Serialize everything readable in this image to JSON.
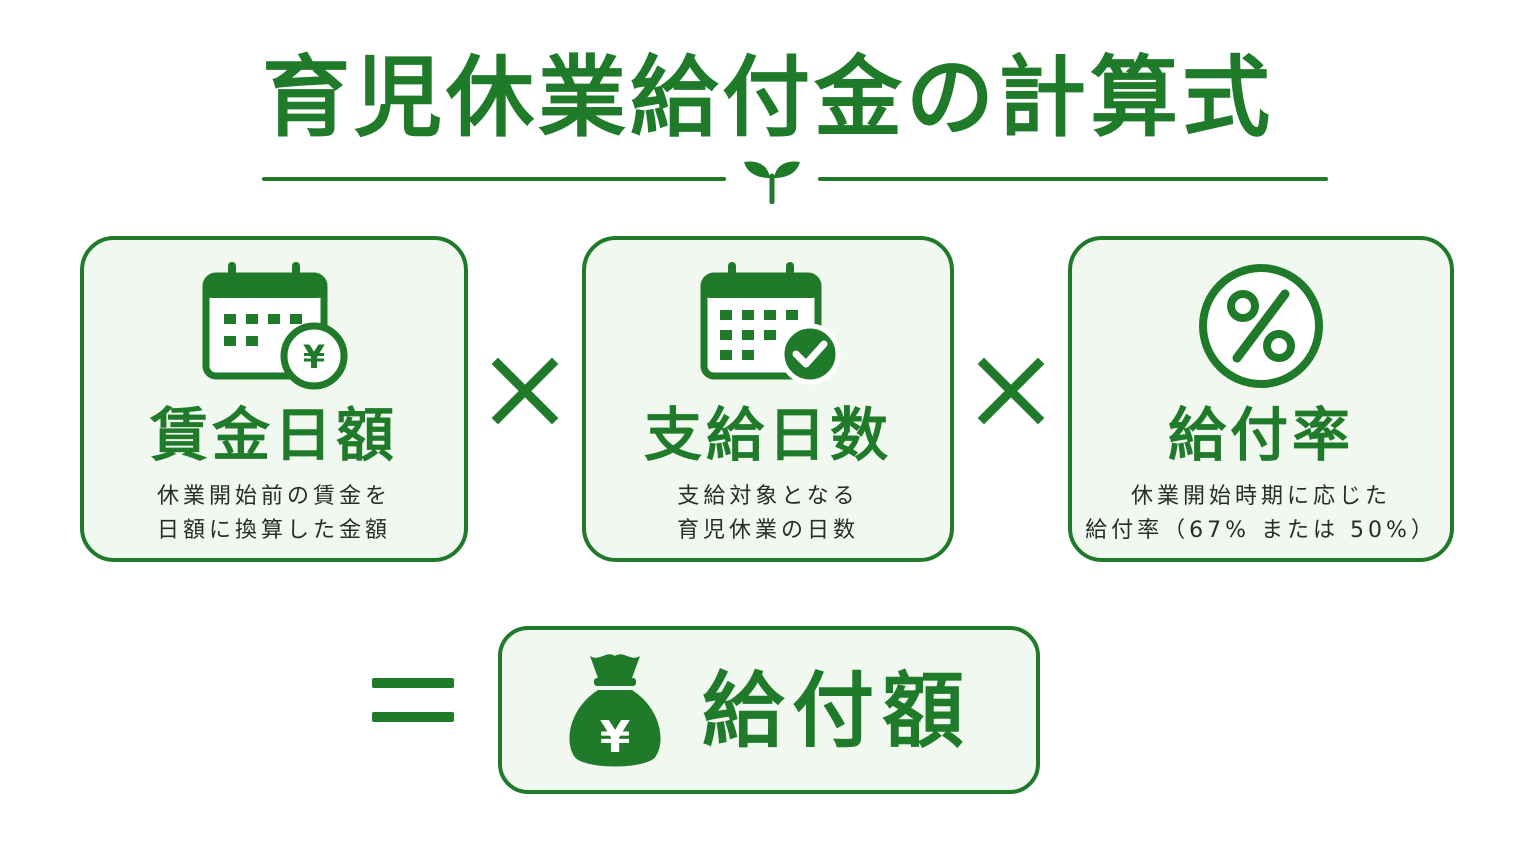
{
  "title": "育児休業給付金の計算式",
  "colors": {
    "accent": "#1f7a2a",
    "card_bg": "#f1f8ef",
    "text": "#2b2b2b"
  },
  "operators": {
    "multiply": "×",
    "equals": "="
  },
  "cards": [
    {
      "icon": "calendar-yen-icon",
      "title": "賃金日額",
      "desc_lines": [
        "休業開始前の賃金を",
        "日額に換算した金額"
      ]
    },
    {
      "icon": "calendar-check-icon",
      "title": "支給日数",
      "desc_lines": [
        "支給対象となる",
        "育児休業の日数"
      ]
    },
    {
      "icon": "percent-circle-icon",
      "title": "給付率",
      "desc_lines": [
        "休業開始時期に応じた",
        "給付率（67% または 50%）"
      ]
    }
  ],
  "result": {
    "icon": "money-bag-yen-icon",
    "label": "給付額"
  }
}
